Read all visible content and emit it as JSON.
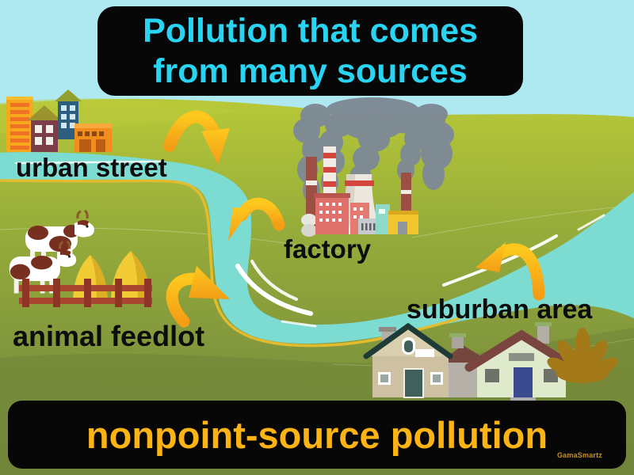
{
  "title": {
    "line1": "Pollution that comes",
    "line2": "from many sources"
  },
  "definition_term": "nonpoint-source pollution",
  "watermark": "GamaSmartz",
  "sources": [
    {
      "label": "urban street"
    },
    {
      "label": "factory"
    },
    {
      "label": "animal feedlot"
    },
    {
      "label": "suburban area"
    }
  ],
  "colors": {
    "sky": "#aee9f1",
    "panel_background": "#070707",
    "title_text": "#29d3f2",
    "definition_text": "#fcb415",
    "label_text": "#0d0d0d",
    "river": "#7cdcd2",
    "river_trim": "#e3bb2f",
    "arrow_gold": "#fcb615",
    "hill_light": "#b7c838",
    "hill_dark": "#74883c",
    "smoke_gray": "#7e8a95"
  }
}
